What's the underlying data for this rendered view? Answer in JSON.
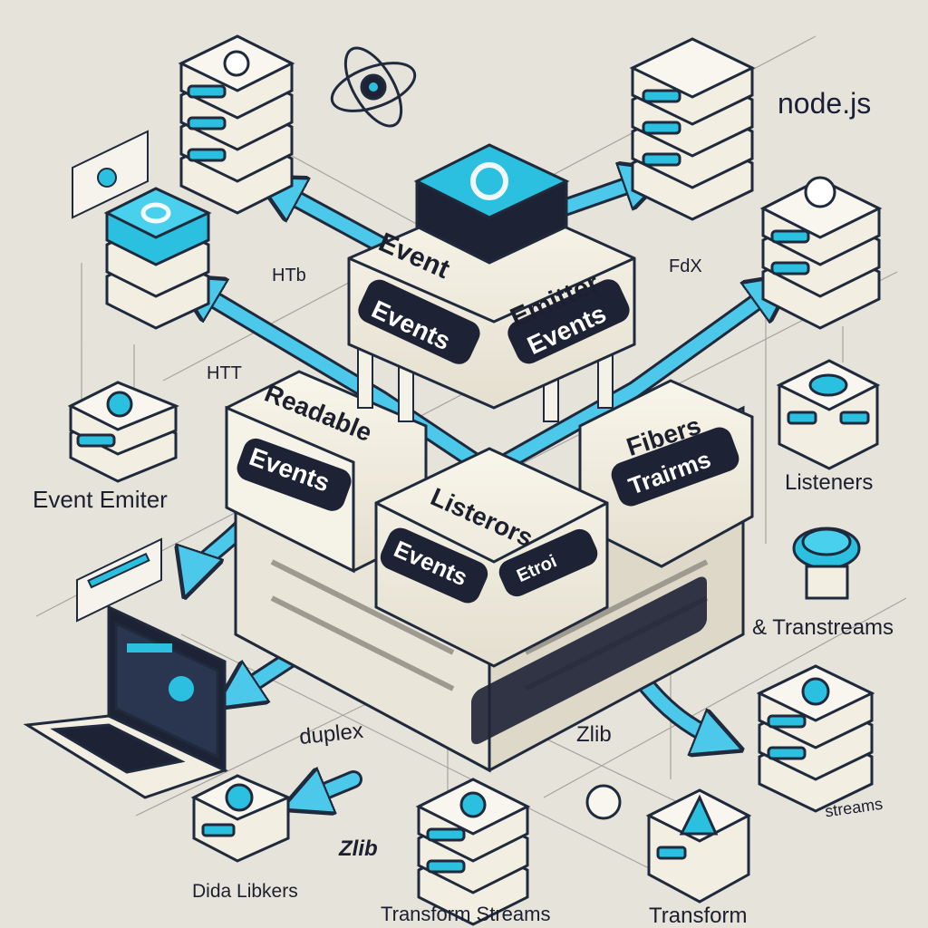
{
  "brand": {
    "name": "node.js"
  },
  "center_stack": {
    "top_block": "Event",
    "top_block_2": "Emitter",
    "top_badge_left": "Events",
    "top_badge_right": "Events",
    "readable_title": "Readable",
    "readable_badge": "Events",
    "listeners_title": "Listerors",
    "listeners_badge": "Events",
    "listeners_badge_2": "Etroi",
    "fibers_title": "Fibers",
    "fibers_badge": "Trairms"
  },
  "labels": {
    "htb": "HTb",
    "http": "HTT",
    "fdx": "FdX",
    "event_emitter": "Event Emiter",
    "listeners": "Listeners",
    "transtreams": "& Transtreams",
    "duplex": "duplex",
    "zlib_mid": "Zlib",
    "zlib_bottom": "Zlib",
    "streams": "streams",
    "dada": "Dida Libkers",
    "transform_streams": "Transform Streams",
    "transform": "Transform"
  },
  "colors": {
    "accent": "#2cc0e0",
    "accent_dark": "#1597b8",
    "navy": "#1e2235",
    "cream": "#f3efe2",
    "arrow": "#4cc8ea"
  }
}
